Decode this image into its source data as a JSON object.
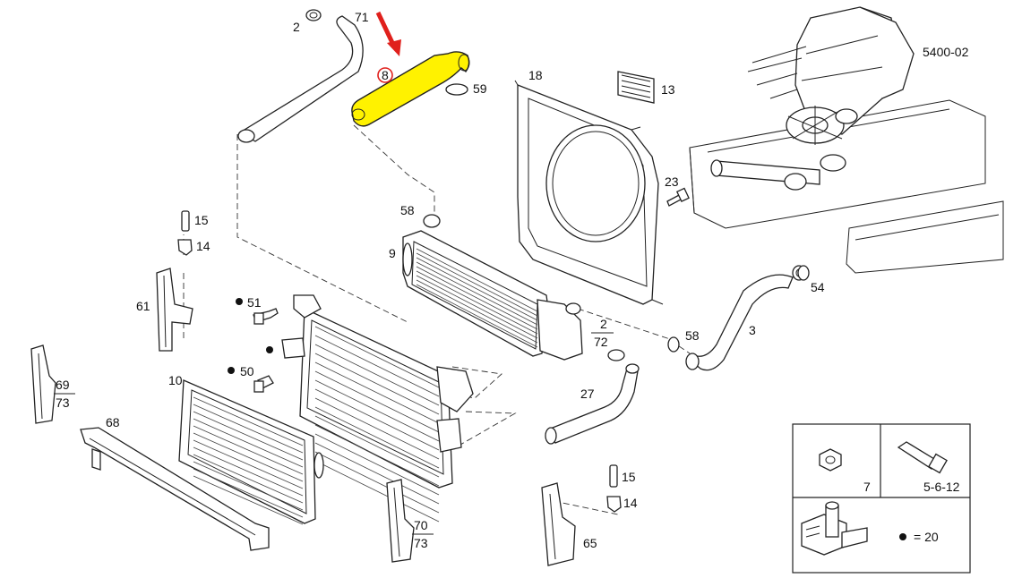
{
  "drawing_code": "5400-02",
  "highlight_color": "#FFF200",
  "arrow_color": "#E0201C",
  "circle_color": "#E0201C",
  "callouts": {
    "c2": "2",
    "c71": "71",
    "c8": "8",
    "c59": "59",
    "c18": "18",
    "c13": "13",
    "c23": "23",
    "c58a": "58",
    "c9": "9",
    "c15a": "15",
    "c14a": "14",
    "c61": "61",
    "c51": "51",
    "c50": "50",
    "c10": "10",
    "c68": "68",
    "c72num": "2",
    "c72den": "72",
    "c58b": "58",
    "c3": "3",
    "c54": "54",
    "c27": "27",
    "c69num": "69",
    "c69den": "73",
    "c70num": "70",
    "c70den": "73",
    "c15b": "15",
    "c14b": "14",
    "c65": "65"
  },
  "legend": {
    "nut_label": "7",
    "bolt_label": "5-6-12",
    "dot_label": "= 20"
  }
}
